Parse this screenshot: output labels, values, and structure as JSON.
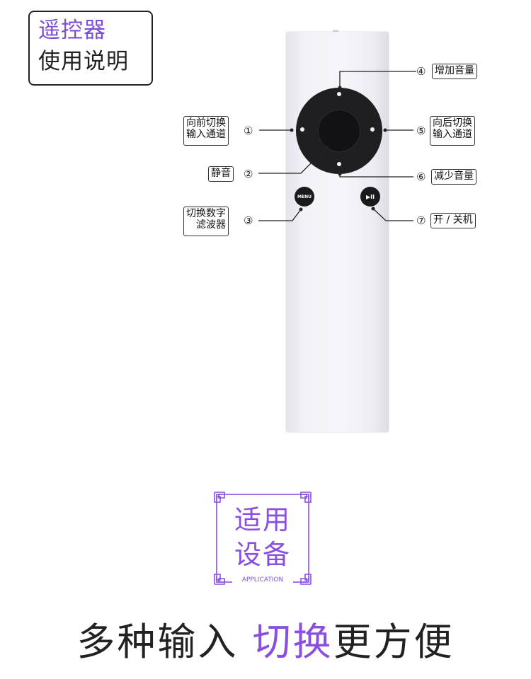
{
  "title": {
    "line1": "遥控器",
    "line2": "使用说明"
  },
  "remote": {
    "menu_label": "MENU",
    "play_label": "▶II"
  },
  "callouts": {
    "c1": {
      "num": "①",
      "line1": "向前切换",
      "line2": "输入通道"
    },
    "c2": {
      "num": "②",
      "line1": "静音"
    },
    "c3": {
      "num": "③",
      "line1": "切换数字",
      "line2": "滤波器"
    },
    "c4": {
      "num": "④",
      "line1": "增加音量"
    },
    "c5": {
      "num": "⑤",
      "line1": "向后切换",
      "line2": "输入通道"
    },
    "c6": {
      "num": "⑥",
      "line1": "减少音量"
    },
    "c7": {
      "num": "⑦",
      "line1": "开 / 关机"
    }
  },
  "applicable": {
    "line1": "适用",
    "line2": "设备",
    "sub": "APPLICATION"
  },
  "slogan": {
    "part1": "多种输入 ",
    "highlight": "切换",
    "part2": "更方便"
  },
  "colors": {
    "accent": "#8a4fe0",
    "title_accent": "#7c4dd6"
  }
}
